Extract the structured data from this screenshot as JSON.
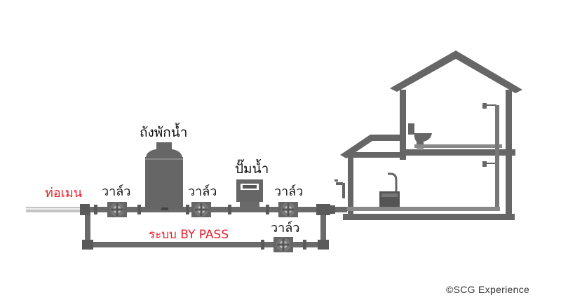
{
  "labels": {
    "main_pipe": "ท่อเมน",
    "tank": "ถังพักน้ำ",
    "pump": "ปั๊มน้ำ",
    "valve_1": "วาล์ว",
    "valve_2": "วาล์ว",
    "valve_3": "วาล์ว",
    "valve_bypass": "วาล์ว",
    "bypass": "ระบบ BY PASS"
  },
  "credit": "©SCG Experience",
  "colors": {
    "pipe": "#666666",
    "pipe_dark": "#555555",
    "house": "#666666",
    "label_accent": "#e8202a",
    "text": "#111111",
    "background": "#ffffff"
  }
}
